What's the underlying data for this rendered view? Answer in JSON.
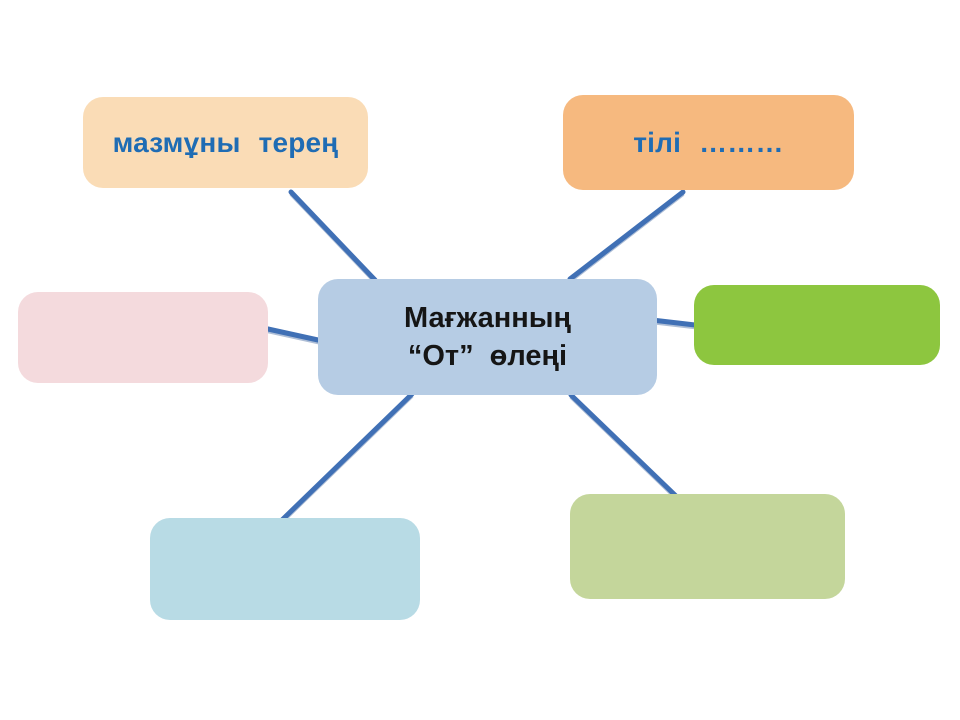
{
  "diagram": {
    "title_node": {
      "line1": "Мағжанның",
      "line2": "“От” өлеңі",
      "color": "#B6CCE4",
      "text_color": "#151515"
    },
    "nodes": [
      {
        "id": "top-left",
        "label": "мазмұны терең",
        "color": "#FADCB6",
        "text_color": "#1F6CB4"
      },
      {
        "id": "top-right",
        "label": "тілі ………",
        "color": "#F6B97F",
        "text_color": "#1F6CB4"
      },
      {
        "id": "left",
        "label": "",
        "color": "#F4DADD",
        "text_color": "#1F6CB4"
      },
      {
        "id": "right",
        "label": "",
        "color": "#8DC63F",
        "text_color": "#1F6CB4"
      },
      {
        "id": "bottom-left",
        "label": "",
        "color": "#B8DBE5",
        "text_color": "#1F6CB4"
      },
      {
        "id": "bottom-right",
        "label": "",
        "color": "#C4D69B",
        "text_color": "#1F6CB4"
      }
    ],
    "connector_color": "#4070B5",
    "background": "#FFFFFF"
  }
}
